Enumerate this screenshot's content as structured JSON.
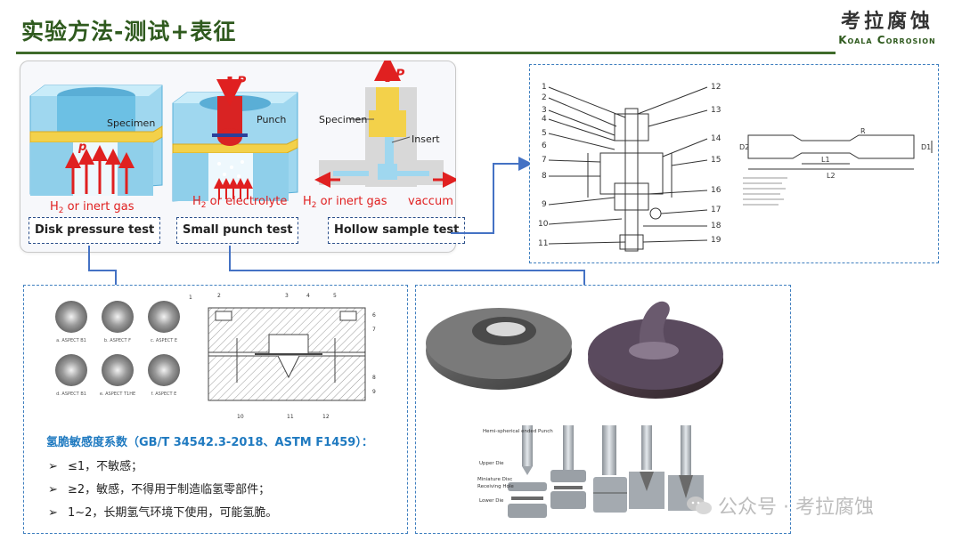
{
  "header": {
    "title": "实验方法-测试+表征",
    "logo_cn": "考拉腐蚀",
    "logo_en": "Koala Corrosion"
  },
  "methods": {
    "disk": {
      "label": "Disk pressure test",
      "specimen": "Specimen",
      "pressure": "p",
      "gas_main": "H",
      "gas_sub": "2",
      "gas_rest": " or inert gas"
    },
    "punch": {
      "label": "Small punch test",
      "force": "P",
      "punch": "Punch",
      "gas_main": "H",
      "gas_sub": "2",
      "gas_rest": " or electrolyte"
    },
    "hollow": {
      "label": "Hollow sample test",
      "force": "P",
      "specimen": "Specimen",
      "insert": "Insert",
      "gas_main": "H",
      "gas_sub": "2",
      "gas_rest": " or inert gas",
      "vacuum": "vaccum"
    }
  },
  "schematic": {
    "left_numbers": [
      "1",
      "2",
      "3",
      "4",
      "5",
      "6",
      "7",
      "8",
      "9",
      "10",
      "11"
    ],
    "right_numbers": [
      "12",
      "13",
      "14",
      "15",
      "16",
      "17",
      "18",
      "19"
    ],
    "dims": [
      "L1",
      "L2",
      "R",
      "D1",
      "D2"
    ]
  },
  "disk_results": {
    "captions": [
      "a. ASPECT B1",
      "b. ASPECT F",
      "c. ASPECT E",
      "d. ASPECT B1",
      "e. ASPECT T1HE",
      "f. ASPECT E"
    ],
    "die_labels": [
      "1",
      "2",
      "3",
      "4",
      "5",
      "6",
      "7",
      "8",
      "9",
      "10",
      "11",
      "12"
    ]
  },
  "sensitivity": {
    "title": "氢脆敏感度系数（GB/T 34542.3-2018、ASTM F1459）：",
    "marker": "➢",
    "items": [
      "≤1，不敏感；",
      "≥2，敏感，不得用于制造临氢零部件；",
      "1~2，长期氢气环境下使用，可能氢脆。"
    ]
  },
  "punch_sequence": {
    "labels": [
      "Hemi-spherical ended Punch",
      "Upper Die",
      "Miniature Disc",
      "Receiving Hole",
      "Lower Die"
    ]
  },
  "watermark": {
    "text": "公众号 · 考拉腐蚀"
  },
  "colors": {
    "title": "#2f5a1e",
    "accent_blue": "#1f7ac0",
    "arrow_blue": "#4472c4",
    "red": "#e02020",
    "cyan_body": "#9fd7ef",
    "specimen_yellow": "#f3d14a"
  }
}
